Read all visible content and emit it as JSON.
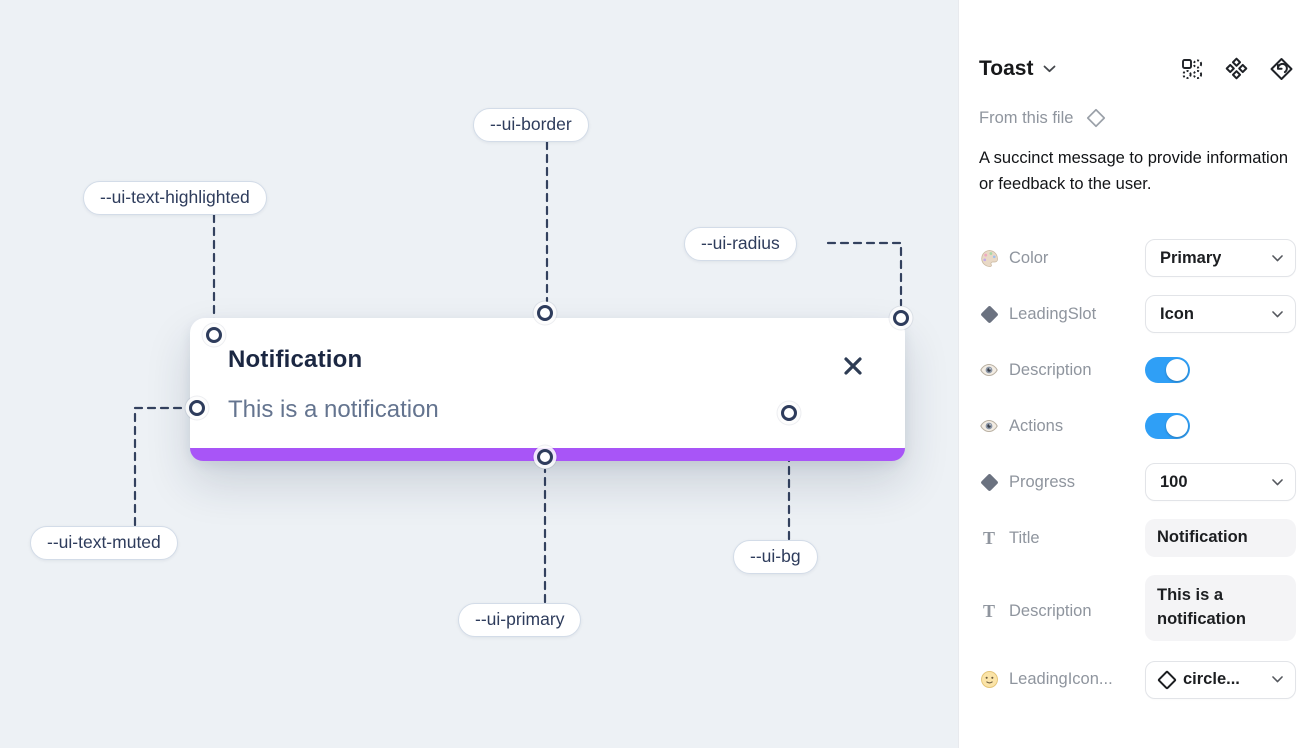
{
  "canvas": {
    "toast": {
      "title": "Notification",
      "description": "This is a notification",
      "close_icon": "x-icon",
      "progress_color": "#a855f7"
    },
    "labels": [
      {
        "text": "--ui-border"
      },
      {
        "text": "--ui-text-highlighted"
      },
      {
        "text": "--ui-radius"
      },
      {
        "text": "--ui-text-muted"
      },
      {
        "text": "--ui-primary"
      },
      {
        "text": "--ui-bg"
      }
    ],
    "background_color": "#edf1f5",
    "dash_color": "#33415e"
  },
  "panel": {
    "title": "Toast",
    "title_chevron": "chevron-down-icon",
    "header_icons": [
      "variants-grid-icon",
      "component-diamonds-icon",
      "reset-instance-icon"
    ],
    "source_label": "From this file",
    "source_icon": "diamond-outline-icon",
    "description": "A succinct message to provide information or feedback to the user.",
    "toggle_color": "#2f9ff6",
    "properties": [
      {
        "icon": "palette-icon",
        "label": "Color",
        "type": "dropdown",
        "value": "Primary"
      },
      {
        "icon": "diamond-icon",
        "label": "LeadingSlot",
        "type": "dropdown",
        "value": "Icon"
      },
      {
        "icon": "eye-icon",
        "label": "Description",
        "type": "toggle",
        "value": "on"
      },
      {
        "icon": "eye-icon",
        "label": "Actions",
        "type": "toggle",
        "value": "on"
      },
      {
        "icon": "diamond-icon",
        "label": "Progress",
        "type": "dropdown",
        "value": "100"
      },
      {
        "icon": "text-icon",
        "label": "Title",
        "type": "text",
        "value": "Notification"
      },
      {
        "icon": "text-icon",
        "label": "Description",
        "type": "text",
        "value": "This is a notification"
      },
      {
        "icon": "smiley-icon",
        "label": "LeadingIcon...",
        "type": "icon-dropdown",
        "value": "circle..."
      }
    ]
  }
}
